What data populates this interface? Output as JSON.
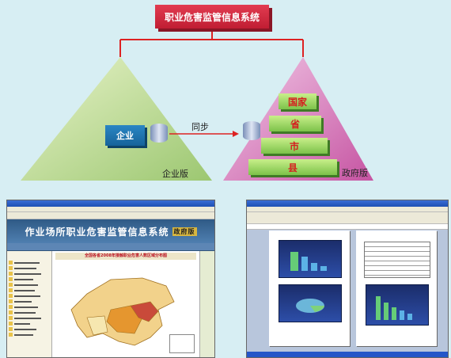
{
  "diagram": {
    "system_title": "职业危害监管信息系统",
    "enterprise_node": "企业",
    "enterprise_edition": "企业版",
    "sync_label": "同步",
    "gov_levels": [
      "国家",
      "省",
      "市",
      "县"
    ],
    "gov_edition": "政府版",
    "colors": {
      "title": "#d42439",
      "enterprise_triangle": "#b9d889",
      "gov_triangle": "#d87ab8",
      "steps": "#9bd65d"
    }
  },
  "screenshot_left": {
    "banner_title": "作业场所职业危害监管信息系统",
    "banner_tag": "政府版",
    "map_heading": "全国各省2008年接触职业危害人数区域分布图"
  },
  "screenshot_right": {
    "app": "Word document with charts"
  }
}
